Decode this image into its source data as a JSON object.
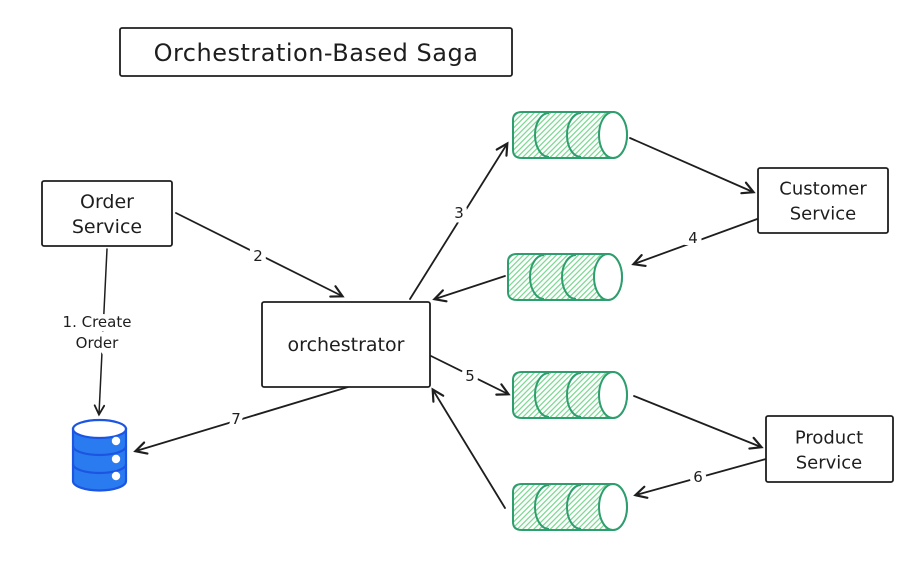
{
  "diagram": {
    "title": "Orchestration-Based Saga",
    "nodes": {
      "order_service": {
        "line1": "Order",
        "line2": "Service"
      },
      "orchestrator": {
        "label": "orchestrator"
      },
      "customer_service": {
        "line1": "Customer",
        "line2": "Service"
      },
      "product_service": {
        "line1": "Product",
        "line2": "Service"
      }
    },
    "steps": {
      "step1_line1": "1. Create",
      "step1_line2": "Order",
      "step2": "2",
      "step3": "3",
      "step4": "4",
      "step5": "5",
      "step6": "6",
      "step7": "7"
    },
    "icons": {
      "queues": [
        "message-queue-icon",
        "message-queue-icon",
        "message-queue-icon",
        "message-queue-icon"
      ],
      "database": "database-icon"
    },
    "colors": {
      "ink": "#1e1e1e",
      "queue_stroke": "#2f9e6e",
      "queue_hatch": "#7cd992",
      "database_fill": "#2b7bf0",
      "database_stroke": "#1b55e2",
      "background": "#ffffff"
    }
  }
}
